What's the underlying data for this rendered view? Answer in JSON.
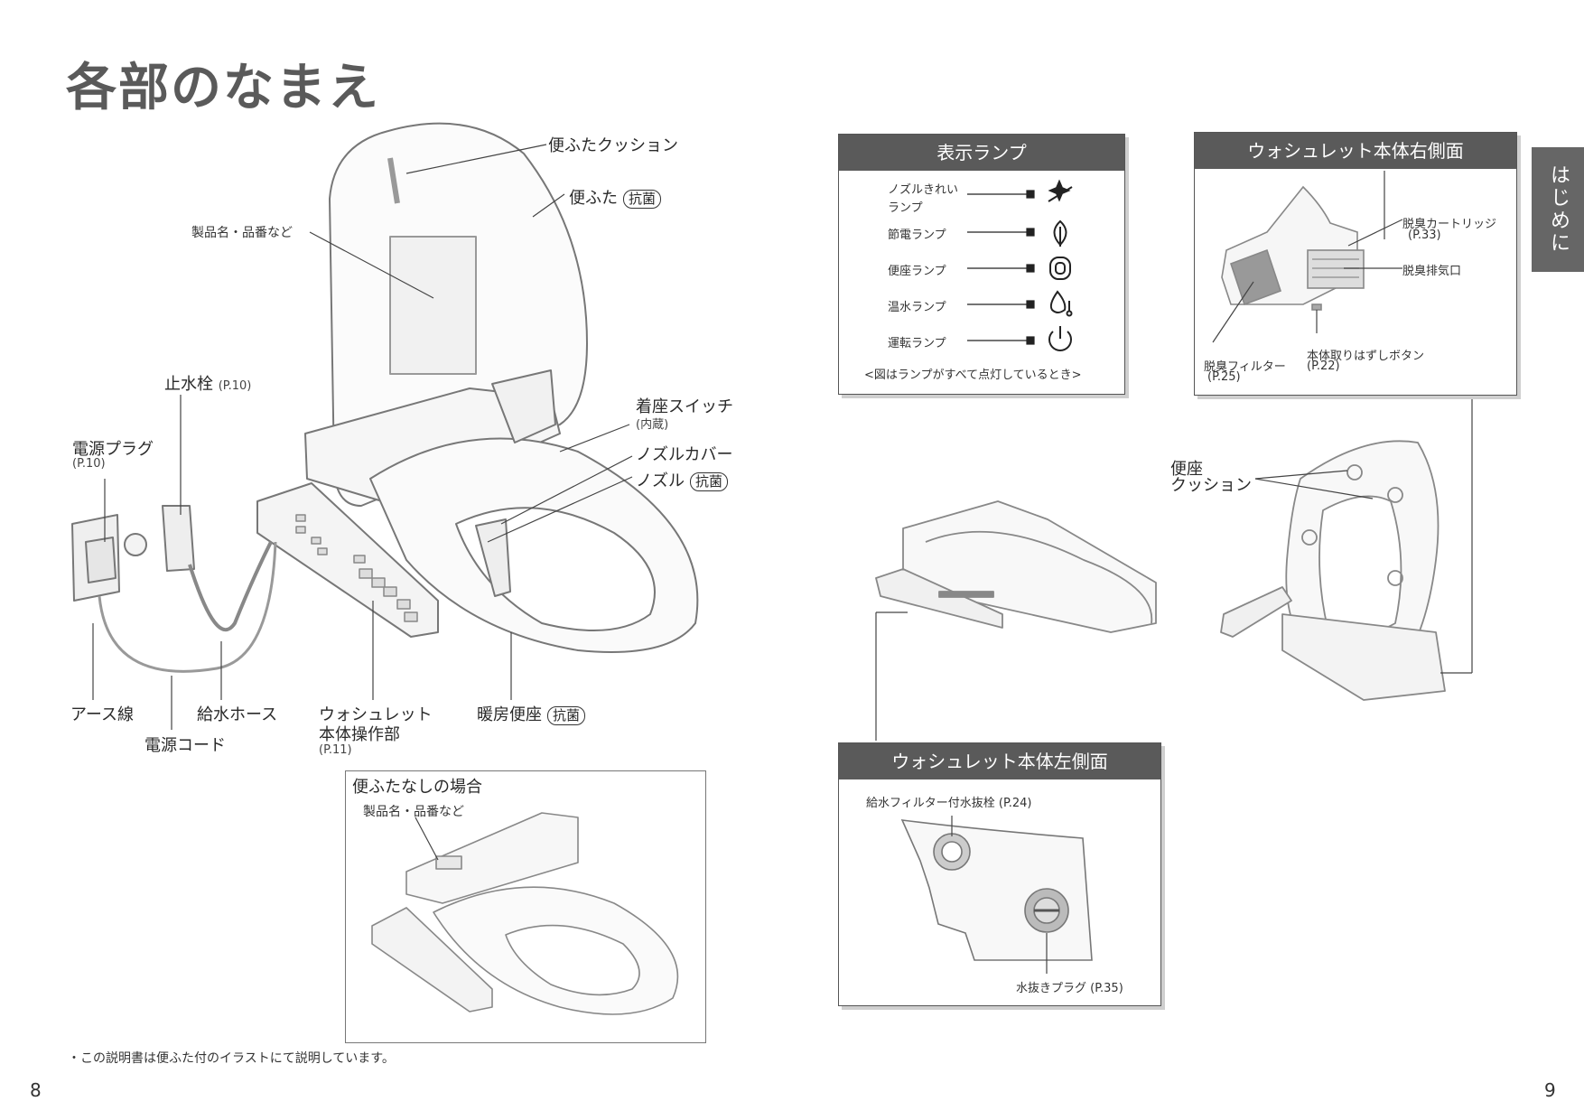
{
  "page": {
    "title": "各部のなまえ",
    "left_page_number": "8",
    "right_page_number": "9",
    "side_tab": "はじめに",
    "footnote": "・この説明書は便ふた付のイラストにて説明しています。"
  },
  "main_labels": {
    "lid_cushion": "便ふたクッション",
    "lid": "便ふた",
    "lid_badge": "抗菌",
    "product_name": "製品名・品番など",
    "water_valve": "止水栓",
    "water_valve_ref": "(P.10)",
    "power_plug": "電源プラグ",
    "power_plug_ref": "(P.10)",
    "seat_switch": "着座スイッチ",
    "seat_switch_note": "(内蔵)",
    "nozzle_cover": "ノズルカバー",
    "nozzle": "ノズル",
    "nozzle_badge": "抗菌",
    "earth_wire": "アース線",
    "water_hose": "給水ホース",
    "power_cord": "電源コード",
    "body_control_1": "ウォシュレット",
    "body_control_2": "本体操作部",
    "body_control_ref": "(P.11)",
    "heated_seat": "暖房便座",
    "heated_seat_badge": "抗菌"
  },
  "no_lid_box": {
    "title": "便ふたなしの場合",
    "product_name": "製品名・品番など"
  },
  "lamp_box": {
    "header": "表示ランプ",
    "lamps": [
      {
        "label_1": "ノズルきれい",
        "label_2": "ランプ",
        "icon": "sparkle-nozzle-icon"
      },
      {
        "label_1": "節電ランプ",
        "label_2": "",
        "icon": "leaf-icon"
      },
      {
        "label_1": "便座ランプ",
        "label_2": "",
        "icon": "seat-icon"
      },
      {
        "label_1": "温水ランプ",
        "label_2": "",
        "icon": "water-drop-thermometer-icon"
      },
      {
        "label_1": "運転ランプ",
        "label_2": "",
        "icon": "power-icon"
      }
    ],
    "note": "<図はランプがすべて点灯しているとき>"
  },
  "right_side_box": {
    "header": "ウォシュレット本体右側面",
    "deodor_cartridge": "脱臭カートリッジ",
    "deodor_cartridge_ref": "(P.33)",
    "deodor_exhaust": "脱臭排気口",
    "deodor_filter": "脱臭フィルター",
    "deodor_filter_ref": "(P.25)",
    "remove_button": "本体取りはずしボタン",
    "remove_button_ref": "(P.22)"
  },
  "seat_cushion": {
    "line_1": "便座",
    "line_2": "クッション"
  },
  "left_side_box": {
    "header": "ウォシュレット本体左側面",
    "filter_drain": "給水フィルター付水抜栓 (P.24)",
    "drain_plug": "水抜きプラグ (P.35)"
  }
}
